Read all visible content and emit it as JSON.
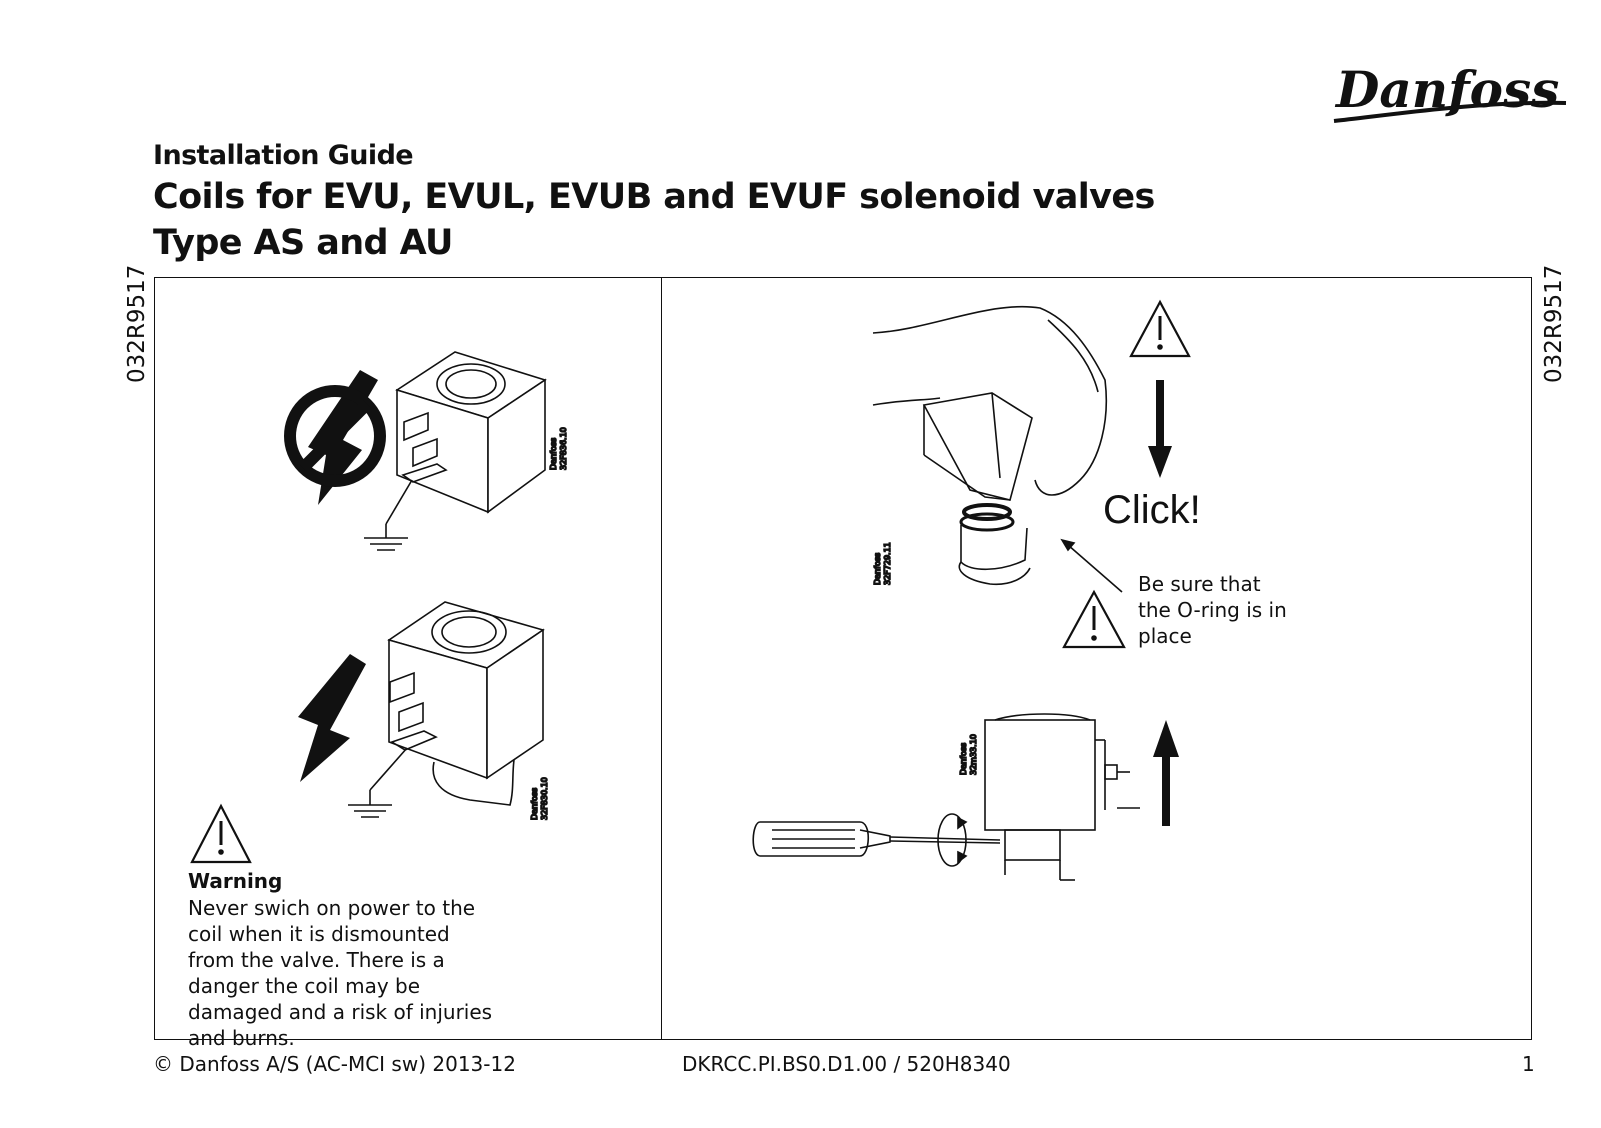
{
  "header": {
    "brand_logo_text": "Danfoss",
    "doc_type": "Installation Guide",
    "title_line1": "Coils for EVU, EVUL, EVUB and EVUF solenoid valves",
    "title_line2": "Type AS and AU",
    "side_code": "032R9517"
  },
  "left_panel": {
    "fig1_label_brand": "Danfoss",
    "fig1_label_code": "32F836.10",
    "fig2_label_brand": "Danfoss",
    "fig2_label_code": "32F830.10",
    "warning_title": "Warning",
    "warning_text": "Never swich on power to the coil when it is dismounted from the valve. There is a danger the coil may be damaged and a risk of injuries and burns."
  },
  "right_panel": {
    "fig3_label_brand": "Danfoss",
    "fig3_label_code": "32F729.11",
    "click_text": "Click!",
    "oring_note": "Be sure that the O-ring is in place",
    "fig4_label_brand": "Danfoss",
    "fig4_label_code": "32m33.10"
  },
  "footer": {
    "copyright": "© Danfoss A/S (AC-MCI sw) 2013-12",
    "doc_number": "DKRCC.PI.BS0.D1.00 / 520H8340",
    "page_number": "1"
  }
}
